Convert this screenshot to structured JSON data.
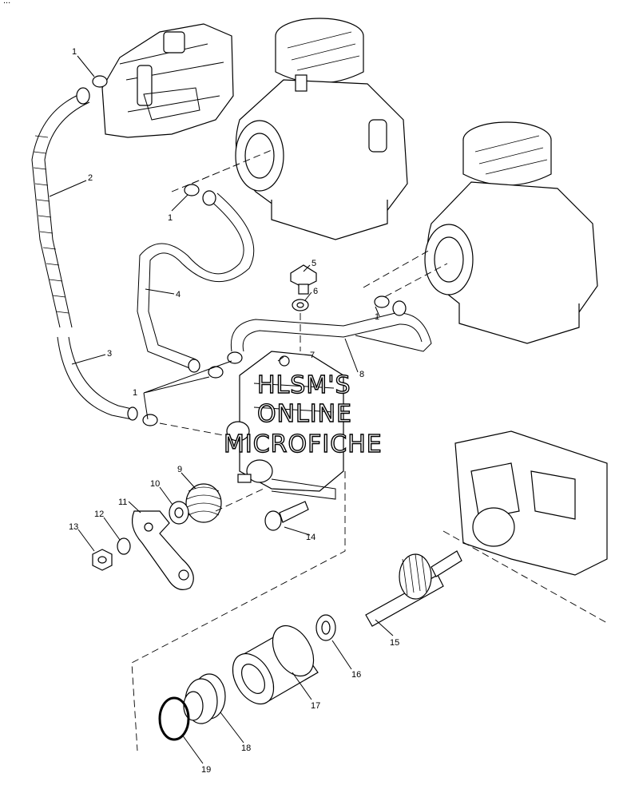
{
  "header_fragment": "...",
  "callouts": [
    "1",
    "2",
    "3",
    "4",
    "5",
    "6",
    "7",
    "8",
    "9",
    "10",
    "11",
    "12",
    "13",
    "14",
    "15",
    "16",
    "17",
    "18",
    "19"
  ],
  "watermark": [
    "HLSM'S",
    "ONLINE",
    "MICROFICHE"
  ]
}
